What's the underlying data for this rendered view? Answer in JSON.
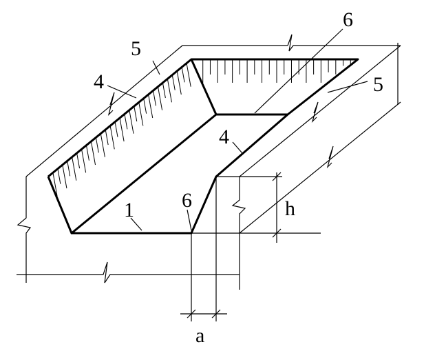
{
  "labels": {
    "item_1": "1",
    "item_4_top": "4",
    "item_4_mid": "4",
    "item_5_top": "5",
    "item_5_right": "5",
    "item_6_top": "6",
    "item_6_mid": "6",
    "dim_h": "h",
    "dim_a": "a"
  }
}
